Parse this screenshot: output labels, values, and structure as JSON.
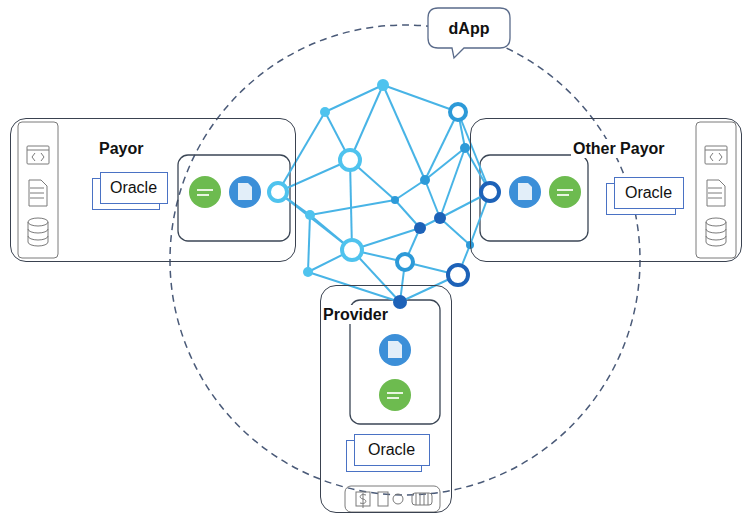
{
  "diagram": {
    "nodes": [
      {
        "text": [
          "dApp"
        ]
      },
      {
        "text": [
          "Payor"
        ]
      },
      {
        "text": [
          "Oracle"
        ],
        "in": 1
      },
      {
        "text": [
          "Other Payor"
        ]
      },
      {
        "text": [
          "Oracle"
        ],
        "in": 3
      },
      {
        "text": [
          "Provider"
        ]
      },
      {
        "text": [
          "Oracle"
        ],
        "in": 5
      }
    ]
  }
}
